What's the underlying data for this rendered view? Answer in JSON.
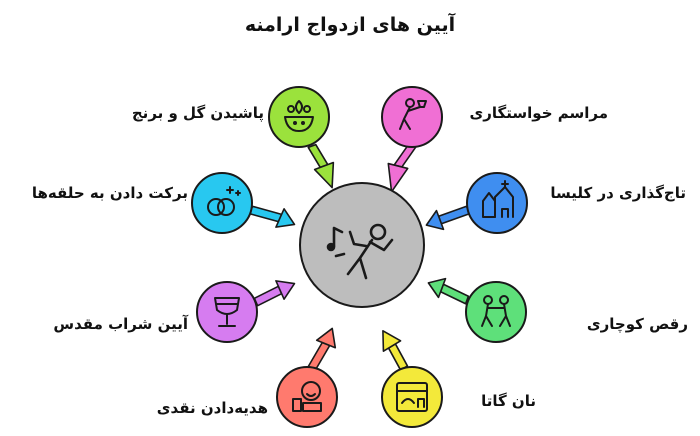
{
  "title": "آیین های ازدواج ارامنه",
  "center": {
    "icon": "dancing-person-music-icon",
    "color": "#bdbdbd"
  },
  "items": [
    {
      "label": "مراسم خواستگاری",
      "icon": "person-offering-cup-icon",
      "color": "#f06fd4"
    },
    {
      "label": "تاج‌گذاری در کلیسا",
      "icon": "church-icon",
      "color": "#3f8ef0"
    },
    {
      "label": "رقص کوچاری",
      "icon": "dancing-couple-icon",
      "color": "#5ee07a"
    },
    {
      "label": "نان گاتا",
      "icon": "bread-basket-icon",
      "color": "#f3e93a"
    },
    {
      "label": "هدیه‌دادن نقدی",
      "icon": "smiling-gift-money-icon",
      "color": "#ff7a6e"
    },
    {
      "label": "آیین شراب مقدس",
      "icon": "chalice-icon",
      "color": "#d67cf0"
    },
    {
      "label": "برکت دادن به حلقه‌ها",
      "icon": "rings-sparkle-icon",
      "color": "#28c8f0"
    },
    {
      "label": "پاشیدن گل و برنج",
      "icon": "bowl-flowers-rice-icon",
      "color": "#9be23c"
    }
  ]
}
